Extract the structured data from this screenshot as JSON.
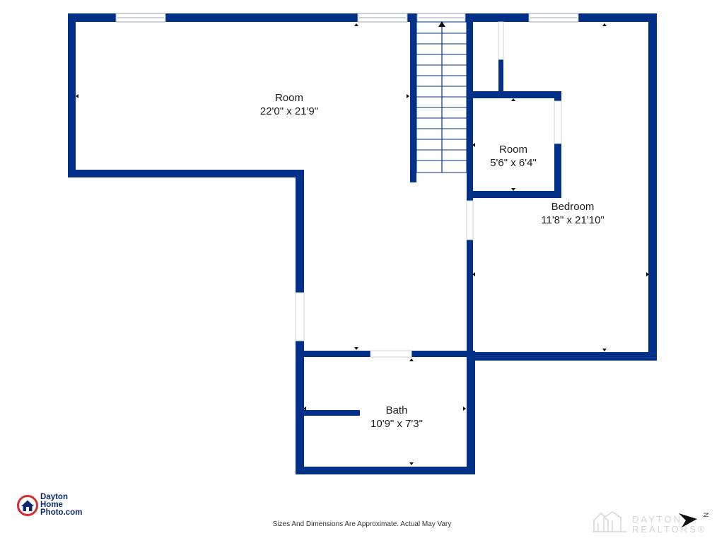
{
  "colors": {
    "wall": "#003087",
    "window": "#ffffff",
    "label": "#1c1c1c",
    "logo_red": "#d32f2f",
    "logo_navy": "#0d2a73",
    "watermark": "#d4d4d4"
  },
  "rooms": [
    {
      "name": "Room",
      "dimensions": "22'0\" x 21'9\""
    },
    {
      "name": "Room",
      "dimensions": "5'6\" x 6'4\""
    },
    {
      "name": "Bedroom",
      "dimensions": "11'8\" x 21'10\""
    },
    {
      "name": "Bath",
      "dimensions": "10'9\" x 7'3\""
    }
  ],
  "disclaimer": "Sizes And Dimensions Are Approximate. Actual May Vary",
  "branding": {
    "left_logo_lines": [
      "Dayton",
      "Home",
      "Photo.com"
    ],
    "right_logo_lines": [
      "DAYTON",
      "REALTORS®"
    ]
  },
  "compass": {
    "label": "N",
    "icon": "north-arrow-icon"
  }
}
